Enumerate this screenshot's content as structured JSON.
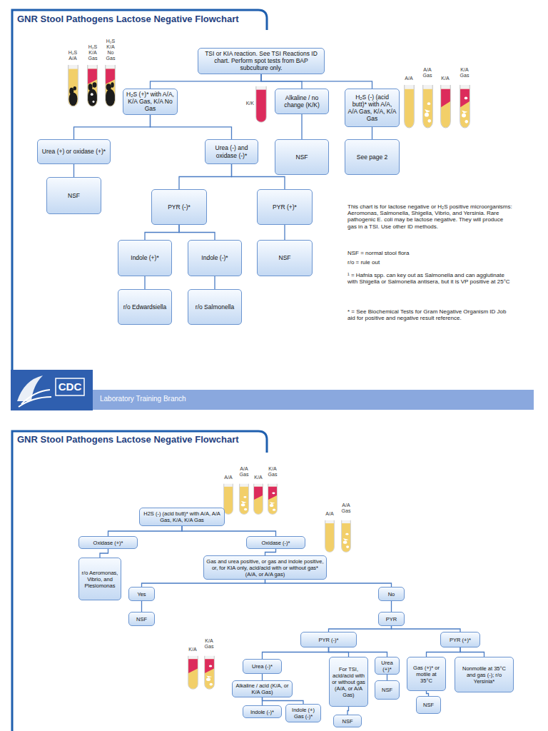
{
  "diagram": {
    "title": "GNR Stool Pathogens Lactose Negative Flowchart",
    "nodes": [
      {
        "text": [
          "TSI or KIA reaction. See TSI Reactions ID chart. Perform spot tests from BAP subculture only."
        ]
      },
      {
        "text": [
          "H₂S (+)* with A/A, K/A Gas, K/A No Gas"
        ]
      },
      {
        "text": [
          "Alkaline / no change (K/K)"
        ]
      },
      {
        "text": [
          "H₂S (-) (acid butt)* with A/A, A/A Gas, K/A, K/A Gas"
        ]
      },
      {
        "text": [
          "Urea (+) or oxidase (+)*"
        ]
      },
      {
        "text": [
          "Urea (-) and oxidase (-)*"
        ]
      },
      {
        "text": [
          "NSF"
        ]
      },
      {
        "text": [
          "See page 2"
        ]
      },
      {
        "text": [
          "NSF"
        ]
      },
      {
        "text": [
          "PYR (-)*"
        ]
      },
      {
        "text": [
          "PYR (+)*"
        ]
      },
      {
        "text": [
          "Indole (+)*"
        ]
      },
      {
        "text": [
          "Indole (-)*"
        ]
      },
      {
        "text": [
          "NSF"
        ]
      },
      {
        "text": [
          "r/o Edwardsiella"
        ]
      },
      {
        "text": [
          "r/o Salmonella"
        ]
      },
      {
        "text": [
          "H2S (-) (acid butt)* with A/A, A/A Gas, K/A, K/A Gas"
        ]
      },
      {
        "text": [
          "Oxidase (+)*"
        ]
      },
      {
        "text": [
          "Oxidase (-)*"
        ]
      },
      {
        "text": [
          "r/o Aeromonas, Vibrio, and Plesiomonas"
        ]
      },
      {
        "text": [
          "Gas and urea positive, or gas and indole positive, or, for KIA only, acid/acid with or without gas* (A/A, or A/A gas)"
        ]
      },
      {
        "text": [
          "Yes"
        ]
      },
      {
        "text": [
          "No"
        ]
      },
      {
        "text": [
          "NSF"
        ]
      },
      {
        "text": [
          "PYR"
        ]
      },
      {
        "text": [
          "PYR (-)*"
        ]
      },
      {
        "text": [
          "PYR (+)*"
        ]
      },
      {
        "text": [
          "Urea (-)*"
        ]
      },
      {
        "text": [
          "For TSI, acid/acid with or without gas (A/A, or A/A Gas)"
        ]
      },
      {
        "text": [
          "Urea (+)*"
        ]
      },
      {
        "text": [
          "Gas (+)* or motile at 35°C"
        ]
      },
      {
        "text": [
          "Nonmotile at 35°C and gas (-); r/o Yersinia*"
        ]
      },
      {
        "text": [
          "Alkaline / acid (K/A, or K/A Gas)"
        ]
      },
      {
        "text": [
          "Indole (-)*"
        ]
      },
      {
        "text": [
          "Indole (+) Gas (-)*"
        ]
      },
      {
        "text": [
          "NSF"
        ]
      },
      {
        "text": [
          "NSF"
        ]
      },
      {
        "text": [
          "NSF"
        ]
      }
    ],
    "edges": [
      {
        "from": 0,
        "to": 1,
        "arrow": "none"
      },
      {
        "from": 0,
        "to": 2,
        "arrow": "none"
      },
      {
        "from": 0,
        "to": 3,
        "arrow": "none"
      },
      {
        "from": 1,
        "to": 4,
        "arrow": "none"
      },
      {
        "from": 1,
        "to": 5,
        "arrow": "none"
      },
      {
        "from": 2,
        "to": 6,
        "arrow": "none"
      },
      {
        "from": 3,
        "to": 7,
        "arrow": "none"
      },
      {
        "from": 4,
        "to": 8,
        "arrow": "none"
      },
      {
        "from": 5,
        "to": 9,
        "arrow": "none"
      },
      {
        "from": 5,
        "to": 10,
        "arrow": "none"
      },
      {
        "from": 9,
        "to": 11,
        "arrow": "none"
      },
      {
        "from": 9,
        "to": 12,
        "arrow": "none"
      },
      {
        "from": 10,
        "to": 13,
        "arrow": "none"
      },
      {
        "from": 11,
        "to": 14,
        "arrow": "none"
      },
      {
        "from": 12,
        "to": 15,
        "arrow": "none"
      },
      {
        "from": 16,
        "to": 17,
        "arrow": "none"
      },
      {
        "from": 16,
        "to": 18,
        "arrow": "none"
      },
      {
        "from": 17,
        "to": 19,
        "arrow": "none"
      },
      {
        "from": 18,
        "to": 20,
        "arrow": "none"
      },
      {
        "from": 20,
        "to": 21,
        "arrow": "none"
      },
      {
        "from": 20,
        "to": 22,
        "arrow": "none"
      },
      {
        "from": 21,
        "to": 23,
        "arrow": "none"
      },
      {
        "from": 22,
        "to": 24,
        "arrow": "none"
      },
      {
        "from": 24,
        "to": 25,
        "arrow": "none"
      },
      {
        "from": 24,
        "to": 26,
        "arrow": "none"
      },
      {
        "from": 25,
        "to": 27,
        "arrow": "none"
      },
      {
        "from": 25,
        "to": 28,
        "arrow": "none"
      },
      {
        "from": 25,
        "to": 29,
        "arrow": "none"
      },
      {
        "from": 26,
        "to": 30,
        "arrow": "none"
      },
      {
        "from": 26,
        "to": 31,
        "arrow": "none"
      },
      {
        "from": 27,
        "to": 32,
        "arrow": "none"
      },
      {
        "from": 28,
        "to": 37,
        "arrow": "none"
      },
      {
        "from": 29,
        "to": 35,
        "arrow": "none"
      },
      {
        "from": 30,
        "to": 36,
        "arrow": "none"
      },
      {
        "from": 32,
        "to": 33,
        "arrow": "none"
      },
      {
        "from": 32,
        "to": 34,
        "arrow": "none"
      }
    ],
    "labels": [
      "H₂S A/A",
      "H₂S K/A Gas",
      "H₂S K/A No Gas",
      "K/K",
      "A/A",
      "A/A Gas",
      "K/A",
      "K/A Gas",
      "This chart is for lactose negative or H₂S positive microorganisms: Aeromonas, Salmonella, Shigella, Vibrio, and Yersinia. Rare pathogenic E. coli may be lactose negative. They will produce gas in a TSI. Use other ID methods.",
      "NSF = normal stool flora",
      "r/o  = rule out",
      "¹ = Hafnia spp. can key out as Salmonella and can agglutinate with Shigella or Salmonella antisera, but it is VP positive at 25°C",
      "* = See Biochemical Tests for Gram Negative Organism ID Job aid for positive and negative result reference.",
      "CDC",
      "Laboratory Training Branch",
      "GNR Stool Pathogens Lactose Negative Flowchart",
      "A/A",
      "A/A Gas",
      "K/A",
      "K/A Gas",
      "A/A",
      "A/A Gas",
      "K/A",
      "K/A Gas"
    ]
  }
}
